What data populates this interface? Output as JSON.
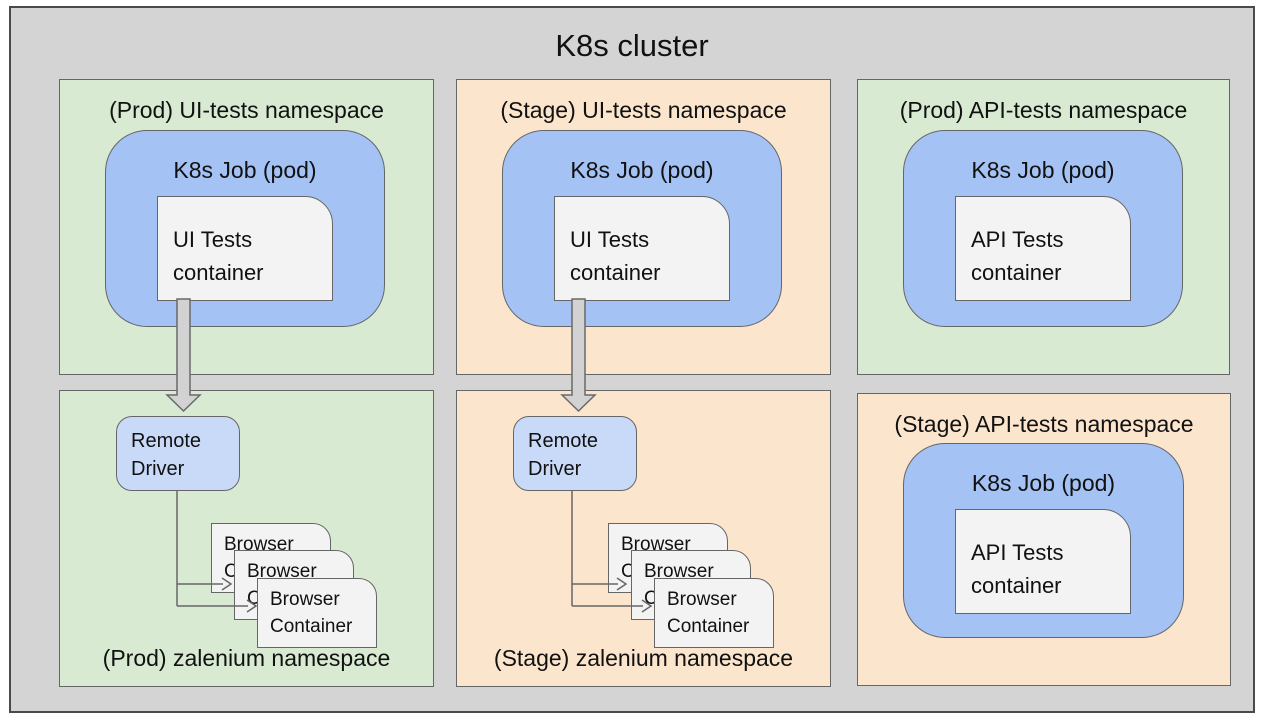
{
  "cluster": {
    "title": "K8s cluster"
  },
  "labels": {
    "job": "K8s Job (pod)",
    "ui_container": "UI Tests container",
    "api_container": "API Tests container",
    "remote_driver": "Remote Driver",
    "browser_container": "Browser Container"
  },
  "namespaces": {
    "prod_ui": {
      "title": "(Prod) UI-tests namespace"
    },
    "stage_ui": {
      "title": "(Stage) UI-tests namespace"
    },
    "prod_api": {
      "title": "(Prod) API-tests namespace"
    },
    "prod_zalenium": {
      "title": "(Prod) zalenium namespace"
    },
    "stage_zalenium": {
      "title": "(Stage) zalenium namespace"
    },
    "stage_api": {
      "title": "(Stage) API-tests namespace"
    }
  },
  "colors": {
    "cluster_bg": "#d4d4d4",
    "prod_bg": "#d9ead3",
    "stage_bg": "#fce5cd",
    "job_bg": "#a4c2f4",
    "remote_driver_bg": "#c9daf8",
    "container_bg": "#f3f3f3",
    "border": "#666666",
    "arrow_fill": "#d2d2d2"
  }
}
